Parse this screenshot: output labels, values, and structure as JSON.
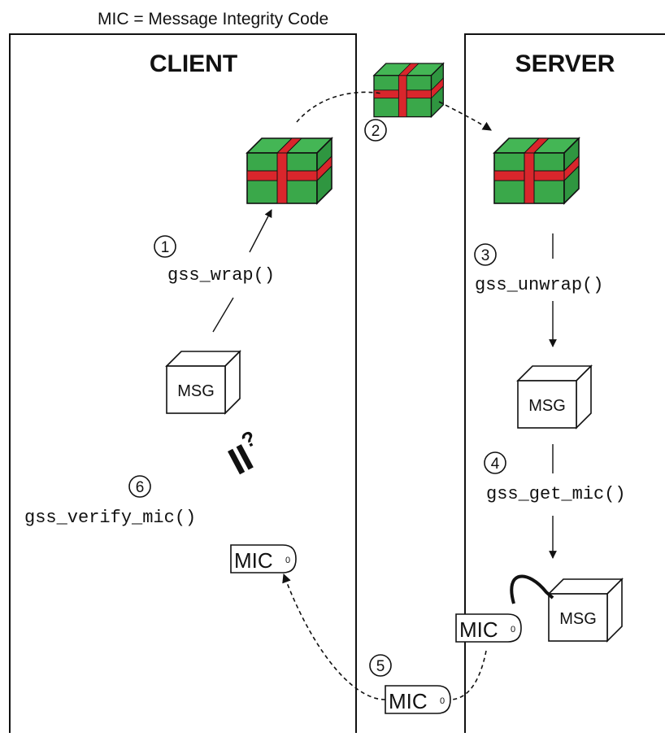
{
  "legend": "MIC = Message Integrity Code",
  "panels": {
    "client_title": "CLIENT",
    "server_title": "SERVER"
  },
  "steps": [
    {
      "number": "1",
      "call": "gss_wrap()"
    },
    {
      "number": "2",
      "call": ""
    },
    {
      "number": "3",
      "call": "gss_unwrap()"
    },
    {
      "number": "4",
      "call": "gss_get_mic()"
    },
    {
      "number": "5",
      "call": ""
    },
    {
      "number": "6",
      "call": "gss_verify_mic()"
    }
  ],
  "message_label": "MSG",
  "mic_label": "MIC",
  "mic_tag_digit": "0",
  "compare_mark": "=?",
  "colors": {
    "package_green": "#3aa84a",
    "package_green_dark": "#2b8a3a",
    "ribbon_red": "#d9262c",
    "stroke": "#111111"
  },
  "icons": [
    "gift-package-icon",
    "message-box-icon",
    "mic-tag-icon",
    "step-badge-icon",
    "compare-mark-icon"
  ]
}
